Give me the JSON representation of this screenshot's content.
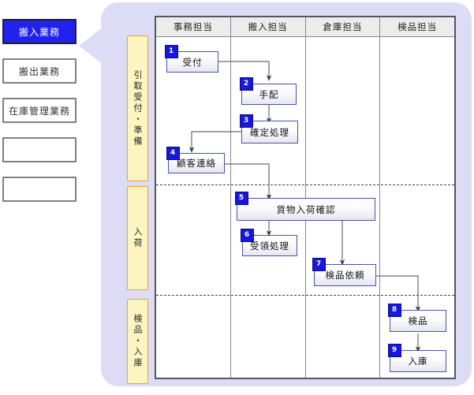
{
  "sidebar": {
    "items": [
      {
        "label": "搬入業務",
        "active": true
      },
      {
        "label": "搬出業務",
        "active": false
      },
      {
        "label": "在庫管理業務",
        "active": false
      },
      {
        "label": "",
        "active": false
      },
      {
        "label": "",
        "active": false
      }
    ]
  },
  "phases": [
    {
      "label": "引取受付・準備"
    },
    {
      "label": "入荷"
    },
    {
      "label": "検品・入庫"
    }
  ],
  "lanes": [
    {
      "label": "事務担当"
    },
    {
      "label": "搬入担当"
    },
    {
      "label": "倉庫担当"
    },
    {
      "label": "検品担当"
    }
  ],
  "steps": [
    {
      "num": "1",
      "label": "受付"
    },
    {
      "num": "2",
      "label": "手配"
    },
    {
      "num": "3",
      "label": "確定処理"
    },
    {
      "num": "4",
      "label": "顧客連絡"
    },
    {
      "num": "5",
      "label": "貨物入荷確認"
    },
    {
      "num": "6",
      "label": "受領処理"
    },
    {
      "num": "7",
      "label": "検品依頼"
    },
    {
      "num": "8",
      "label": "検品"
    },
    {
      "num": "9",
      "label": "入庫"
    }
  ],
  "colors": {
    "accent": "#2222ee",
    "panel": "#dcdcf5",
    "phase_fill": "#fdf5c0",
    "phase_border": "#f0a030",
    "node_border": "#4455aa",
    "badge": "#1717dd",
    "connector": "#555555"
  }
}
